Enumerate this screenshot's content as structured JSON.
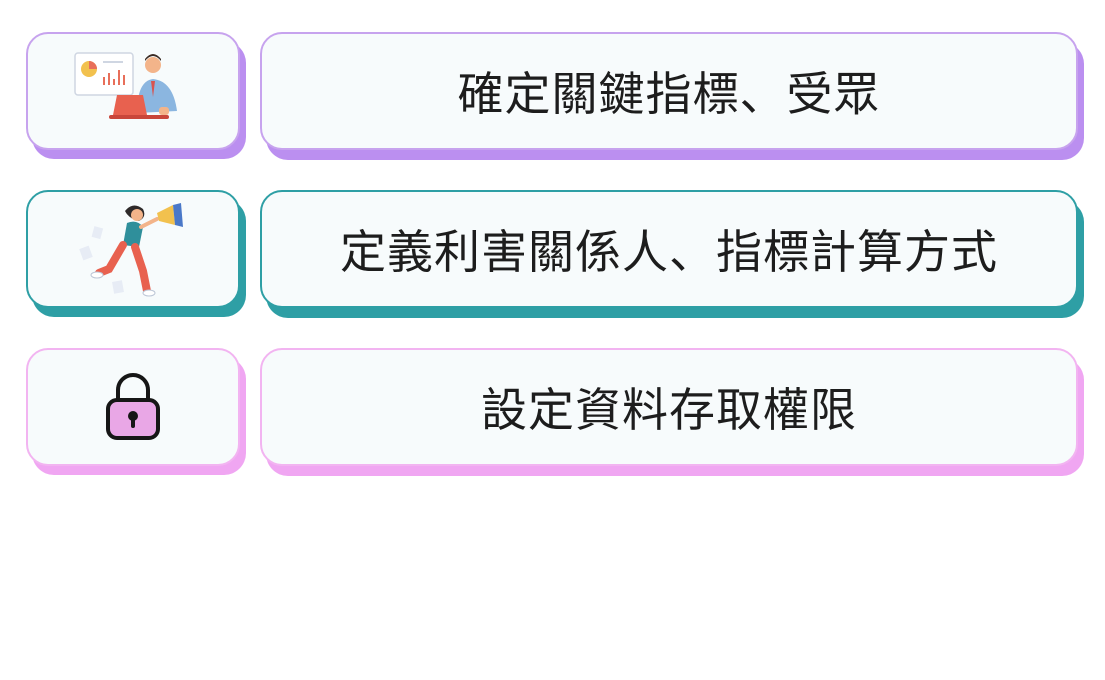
{
  "steps": [
    {
      "label": "確定關鍵指標、受眾",
      "icon": "analyst-with-laptop-icon",
      "accent": "#c7a3ee",
      "shadow": "#bb8ff0"
    },
    {
      "label": "定義利害關係人、指標計算方式",
      "icon": "person-with-megaphone-icon",
      "accent": "#2e9fa5",
      "shadow": "#2e9fa5"
    },
    {
      "label": "設定資料存取權限",
      "icon": "padlock-icon",
      "accent": "#f2b4f1",
      "shadow": "#f0a6f2"
    }
  ]
}
